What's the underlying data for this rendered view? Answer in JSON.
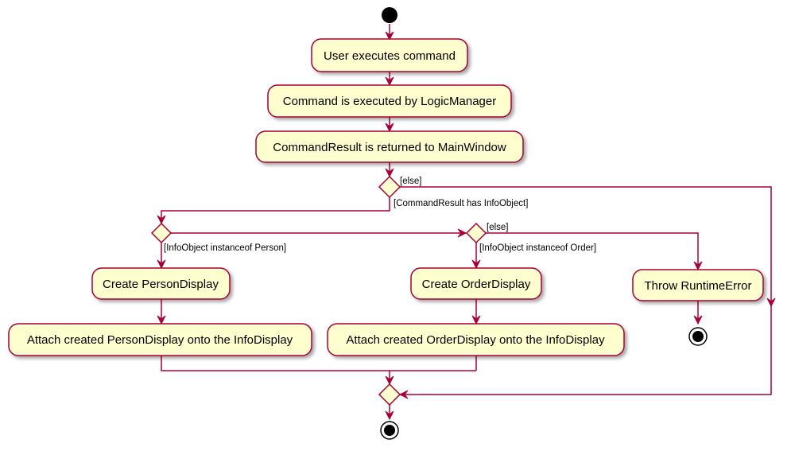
{
  "colors": {
    "node_fill": "#FEFECE",
    "node_border": "#A80036",
    "edge": "#A80036",
    "start_end": "#000000"
  },
  "activities": {
    "user_executes": "User executes command",
    "executed_by_logic": "Command is executed by LogicManager",
    "result_returned": "CommandResult is returned to MainWindow",
    "create_person_display": "Create PersonDisplay",
    "attach_person_display": "Attach created PersonDisplay onto the InfoDisplay",
    "create_order_display": "Create OrderDisplay",
    "attach_order_display": "Attach created OrderDisplay onto the InfoDisplay",
    "throw_runtime_error": "Throw RuntimeError"
  },
  "guards": {
    "outer_else": "[else]",
    "has_info_object": "[CommandResult has InfoObject]",
    "instanceof_person": "[InfoObject instanceof Person]",
    "inner_else": "[else]",
    "instanceof_order": "[InfoObject instanceof Order]"
  }
}
